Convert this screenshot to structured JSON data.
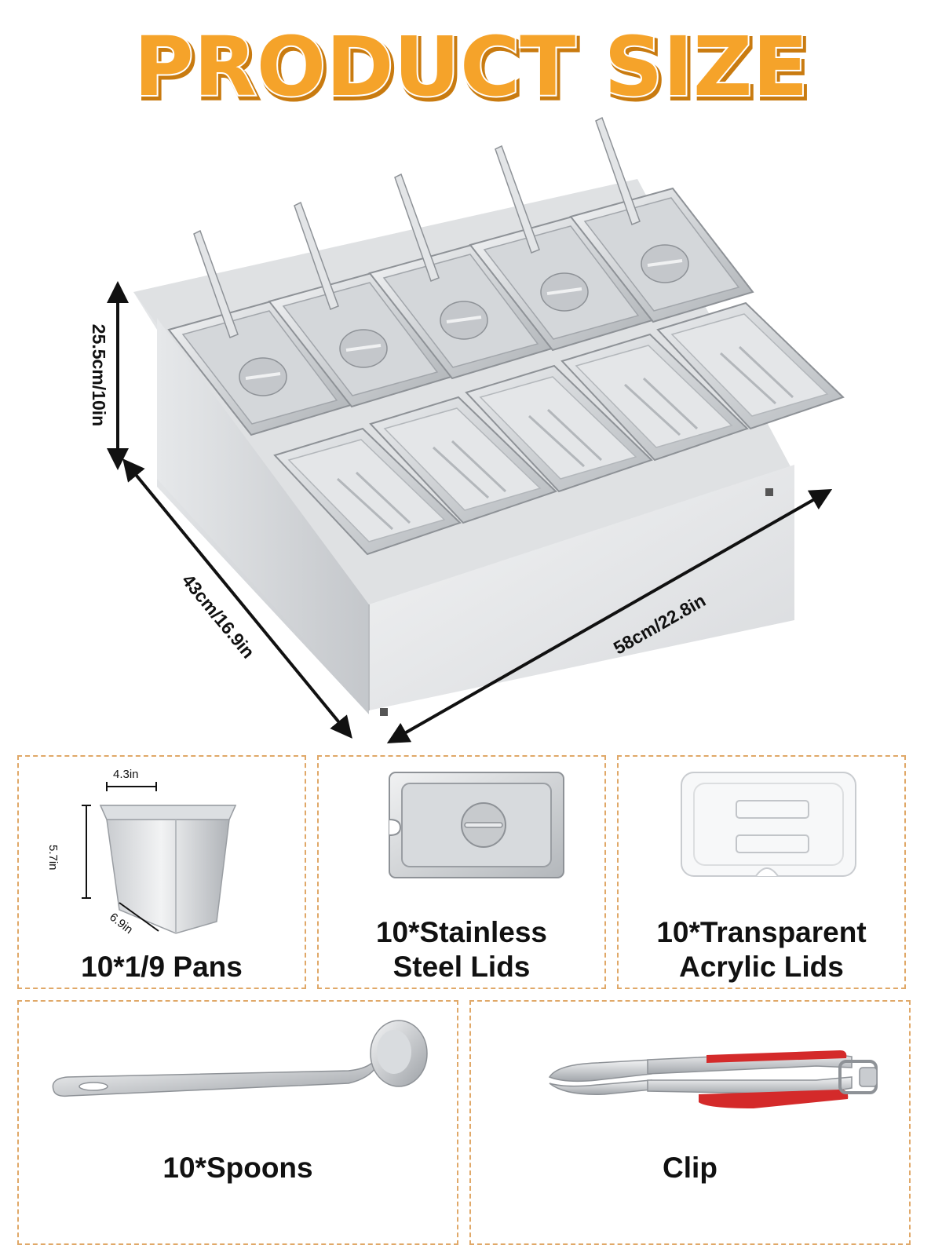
{
  "title": "PRODUCT SIZE",
  "colors": {
    "title_fill": "#f5a32a",
    "title_outline": "#ffffff",
    "title_shadow": "#c97b10",
    "steel_light": "#eceef0",
    "steel_mid": "#c9ccd0",
    "steel_dark": "#8e9297",
    "box_border": "#e0a868",
    "tong_grip": "#d42a2a"
  },
  "dimensions": {
    "height": "25.5cm/10in",
    "depth": "43cm/16.9in",
    "width": "58cm/22.8in"
  },
  "pan_dims": {
    "top": "4.3in",
    "side": "5.7in",
    "bottom": "6.9in"
  },
  "items": [
    {
      "label_lines": [
        "10*1/9 Pans"
      ],
      "icon": "food-pan-icon"
    },
    {
      "label_lines": [
        "10*Stainless",
        "Steel Lids"
      ],
      "icon": "steel-lid-icon"
    },
    {
      "label_lines": [
        "10*Transparent",
        "Acrylic Lids"
      ],
      "icon": "acrylic-lid-icon"
    },
    {
      "label_lines": [
        "10*Spoons"
      ],
      "icon": "ladle-icon"
    },
    {
      "label_lines": [
        "Clip"
      ],
      "icon": "tongs-icon"
    }
  ]
}
